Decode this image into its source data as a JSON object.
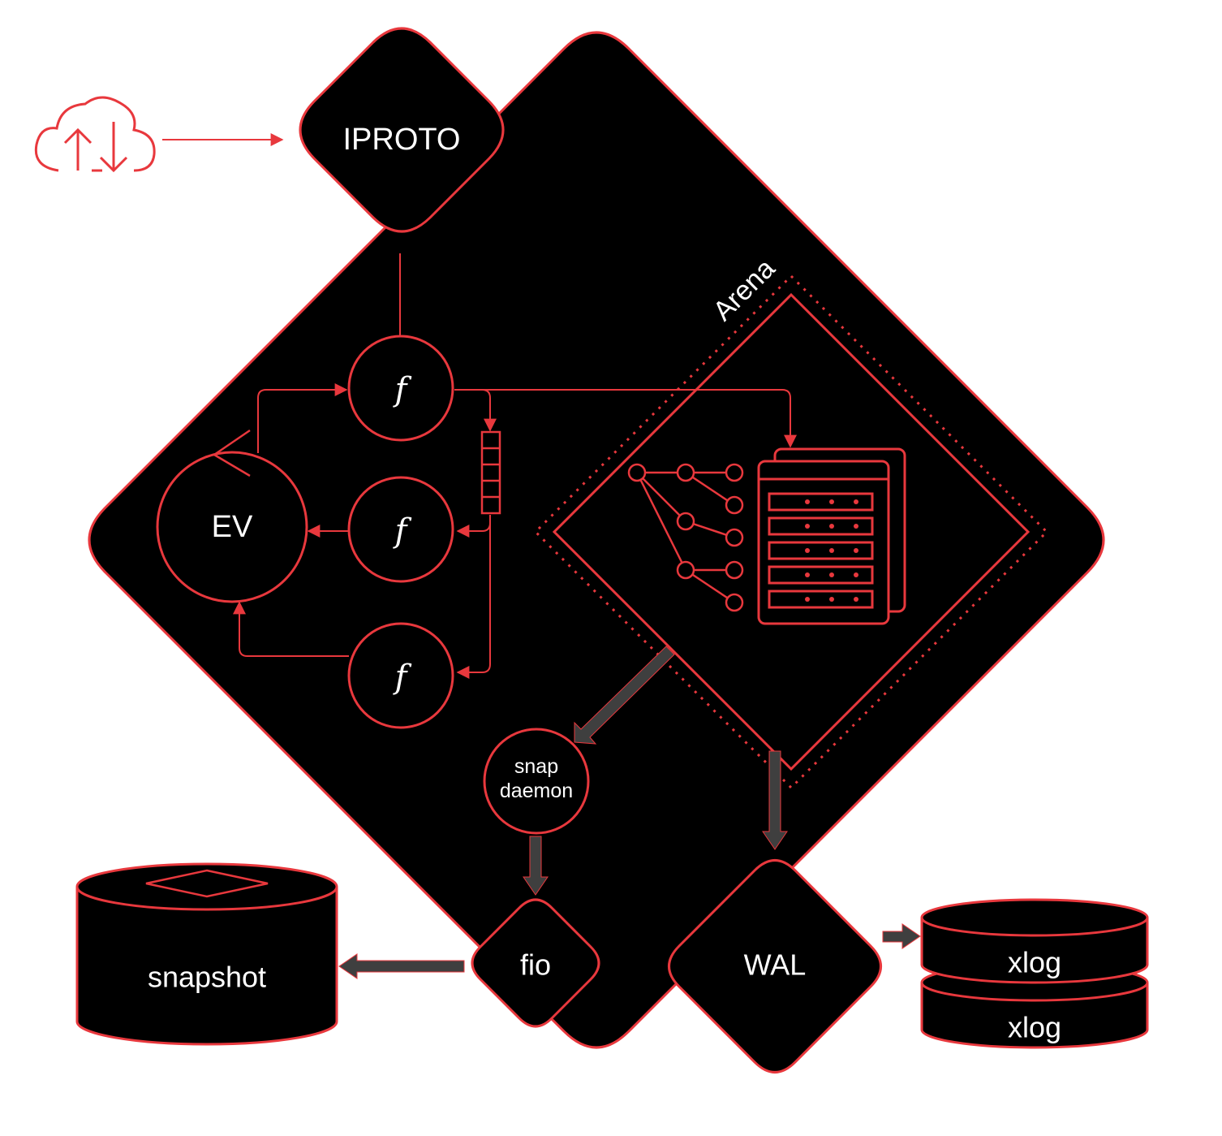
{
  "colors": {
    "accent": "#e8383d",
    "background": "#000000",
    "text": "#ffffff",
    "data_arrow": "#3f3f3f"
  },
  "icons": [
    "cloud-upload-download-icon",
    "tree-structure-icon",
    "server-rack-icon"
  ],
  "nodes": {
    "iproto": "IPROTO",
    "arena": "Arena",
    "ev": "EV",
    "fiber": "f",
    "snap_daemon_line1": "snap",
    "snap_daemon_line2": "daemon",
    "fio": "fio",
    "wal": "WAL",
    "snapshot": "snapshot",
    "xlog_top": "xlog",
    "xlog_bottom": "xlog"
  }
}
